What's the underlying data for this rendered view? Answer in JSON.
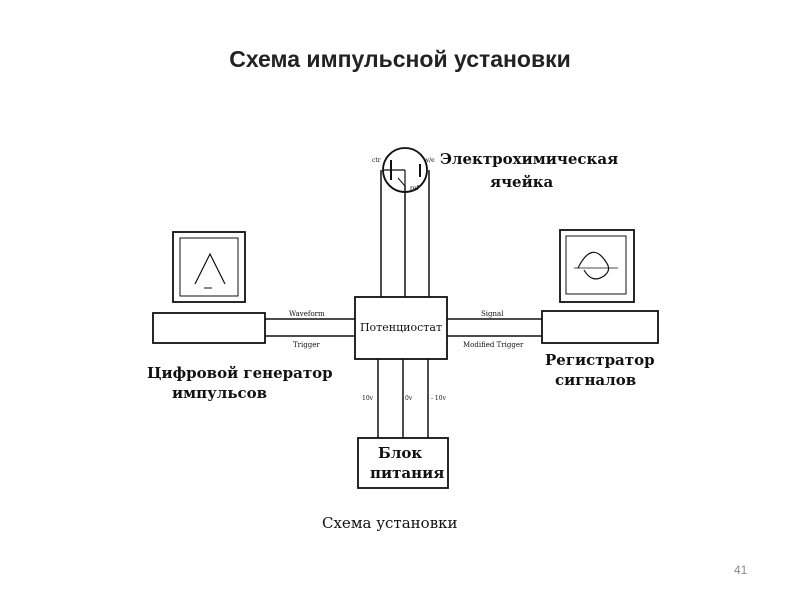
{
  "slide": {
    "title": "Схема импульсной установки",
    "page_number": "41"
  },
  "diagram": {
    "caption": "Схема установки",
    "cell": {
      "label_line1": "Электрохимическая",
      "label_line2": "ячейка",
      "electrode_left": "ctr",
      "electrode_right": "w/e",
      "electrode_ref": "ref"
    },
    "potentiostat": {
      "label": "Потенциостат"
    },
    "generator": {
      "label_line1": "Цифровой генератор",
      "label_line2": "импульсов",
      "signal_top": "Waveform",
      "signal_bottom": "Trigger"
    },
    "recorder": {
      "label_line1": "Регистратор",
      "label_line2": "сигналов",
      "signal_top": "Signal",
      "signal_bottom": "Modified Trigger"
    },
    "power_supply": {
      "label_line1": "Блок",
      "label_line2": "питания",
      "line_left": "10v",
      "line_mid": "0v",
      "line_right": "- 10v"
    }
  }
}
